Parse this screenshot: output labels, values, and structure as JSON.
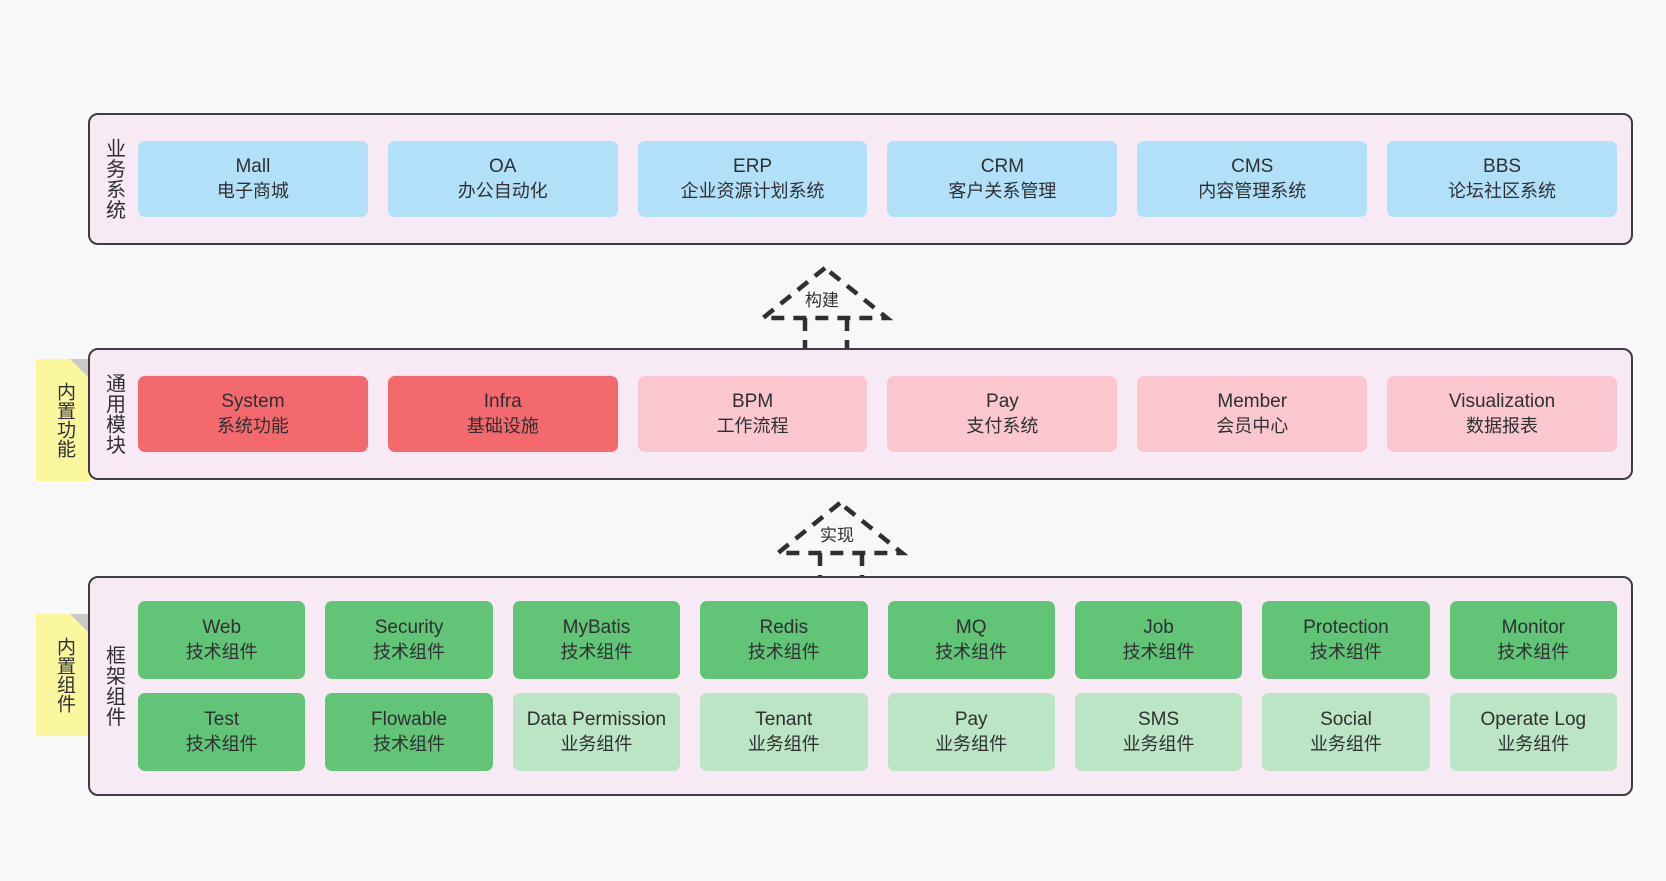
{
  "diagram": {
    "background": "#f8f8f8",
    "panel_background": "#f7eaf5",
    "panel_border": "#3f3b45",
    "colors": {
      "blue": "#b2e0f8",
      "red": "#f4696e",
      "pink": "#fbc7cf",
      "green": "#61c477",
      "light_green": "#bbe5c4",
      "sticky_yellow": "#fbf79e",
      "sticky_fold": "#c9c9c9"
    }
  },
  "sections": {
    "business": {
      "label": "业务系统",
      "items": [
        {
          "name": "Mall",
          "desc": "电子商城"
        },
        {
          "name": "OA",
          "desc": "办公自动化"
        },
        {
          "name": "ERP",
          "desc": "企业资源计划系统"
        },
        {
          "name": "CRM",
          "desc": "客户关系管理"
        },
        {
          "name": "CMS",
          "desc": "内容管理系统"
        },
        {
          "name": "BBS",
          "desc": "论坛社区系统"
        }
      ]
    },
    "common": {
      "label": "通用模块",
      "sticky": "内置功能",
      "items": [
        {
          "name": "System",
          "desc": "系统功能"
        },
        {
          "name": "Infra",
          "desc": "基础设施"
        },
        {
          "name": "BPM",
          "desc": "工作流程"
        },
        {
          "name": "Pay",
          "desc": "支付系统"
        },
        {
          "name": "Member",
          "desc": "会员中心"
        },
        {
          "name": "Visualization",
          "desc": "数据报表"
        }
      ]
    },
    "framework": {
      "label": "框架组件",
      "sticky": "内置组件",
      "row1": [
        {
          "name": "Web",
          "desc": "技术组件"
        },
        {
          "name": "Security",
          "desc": "技术组件"
        },
        {
          "name": "MyBatis",
          "desc": "技术组件"
        },
        {
          "name": "Redis",
          "desc": "技术组件"
        },
        {
          "name": "MQ",
          "desc": "技术组件"
        },
        {
          "name": "Job",
          "desc": "技术组件"
        },
        {
          "name": "Protection",
          "desc": "技术组件"
        },
        {
          "name": "Monitor",
          "desc": "技术组件"
        }
      ],
      "row2": [
        {
          "name": "Test",
          "desc": "技术组件"
        },
        {
          "name": "Flowable",
          "desc": "技术组件"
        },
        {
          "name": "Data Permission",
          "desc": "业务组件"
        },
        {
          "name": "Tenant",
          "desc": "业务组件"
        },
        {
          "name": "Pay",
          "desc": "业务组件"
        },
        {
          "name": "SMS",
          "desc": "业务组件"
        },
        {
          "name": "Social",
          "desc": "业务组件"
        },
        {
          "name": "Operate Log",
          "desc": "业务组件"
        }
      ]
    }
  },
  "connectors": [
    {
      "label": "构建"
    },
    {
      "label": "实现"
    }
  ]
}
